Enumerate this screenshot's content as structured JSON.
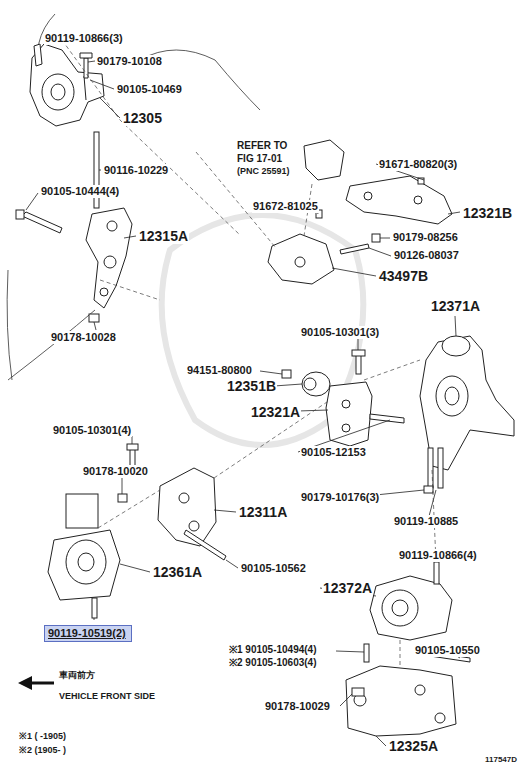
{
  "diagram": {
    "nodes": [
      {
        "text": [
          "90119-10519(2)"
        ]
      }
    ],
    "labels": [
      "90119-10866(3)",
      "90179-10108",
      "90105-10469",
      "12305",
      "90116-10229",
      "90105-10444(4)",
      "12315A",
      "90178-10028",
      "REFER TO",
      "FIG 17-01",
      "(PNC 25591)",
      "91671-80820(3)",
      "12321B",
      "91672-81025",
      "90179-08256",
      "90126-08037",
      "43497B",
      "12371A",
      "90105-10301(3)",
      "94151-80800",
      "12351B",
      "12321A",
      "90105-12153",
      "90105-10301(4)",
      "90178-10020",
      "12311A",
      "90179-10176(3)",
      "90119-10885",
      "12361A",
      "90105-10562",
      "90119-10866(4)",
      "12372A",
      "※1 90105-10494(4)",
      "※2 90105-10603(4)",
      "90105-10550",
      "90178-10029",
      "12325A",
      "車両前方",
      "VEHICLE FRONT SIDE",
      "※1 (      -1905)",
      "※2 (1905-      )",
      "117547D"
    ]
  }
}
